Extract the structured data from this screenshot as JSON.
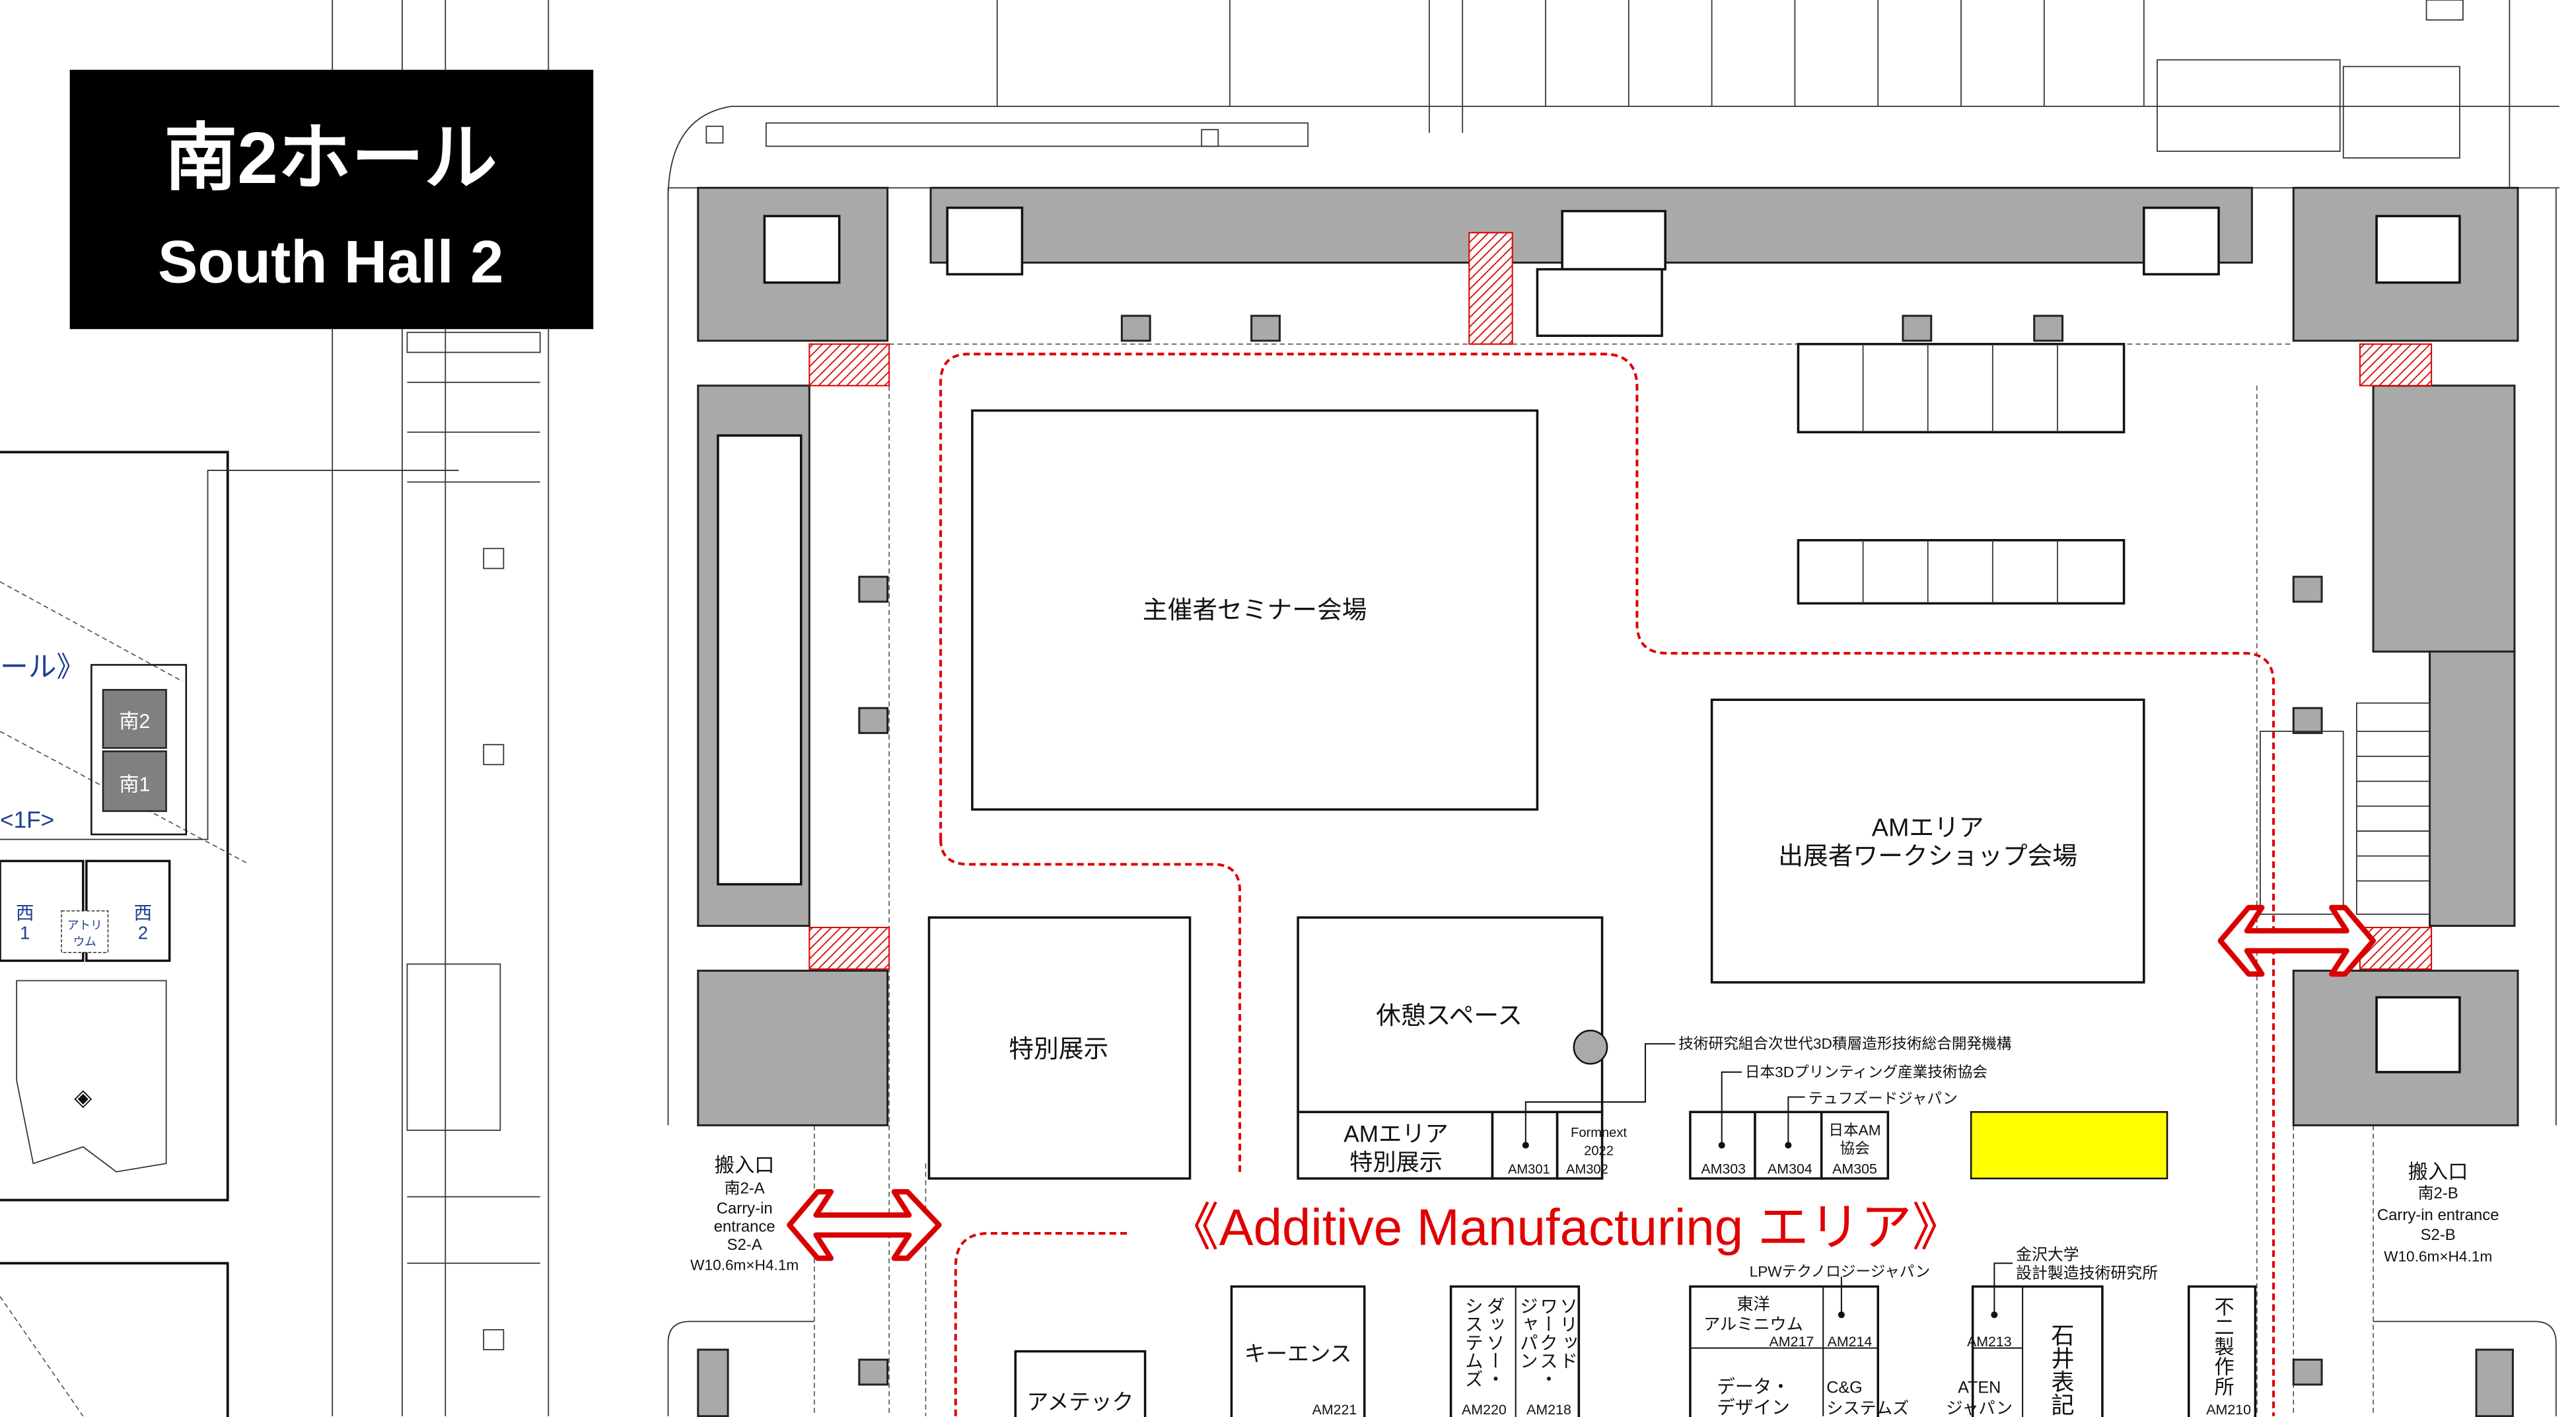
{
  "title_box": {
    "ja": "南2ホール",
    "en": "South Hall 2"
  },
  "minimap": {
    "hall_label_fragment": "ール》",
    "floor_label": "<1F>",
    "south2": "南2",
    "south1": "南1",
    "west1": "西\n1",
    "west1_a": "西",
    "west1_b": "1",
    "west2_a": "西",
    "west2_b": "2",
    "atrium_a": "アトリ",
    "atrium_b": "ウム"
  },
  "rooms": {
    "seminar": "主催者セミナー会場",
    "workshop_line1": "AMエリア",
    "workshop_line2": "出展者ワークショップ会場",
    "special_exhibit": "特別展示",
    "rest_space": "休憩スペース",
    "am_special_line1": "AMエリア",
    "am_special_line2": "特別展示"
  },
  "area_banner": "《Additive Manufacturing エリア》",
  "entrances": {
    "a": {
      "title": "搬入口",
      "code_ja": "南2-A",
      "en_line1": "Carry-in",
      "en_line2": "entrance",
      "code_en": "S2-A",
      "size": "W10.6m×H4.1m"
    },
    "b": {
      "title": "搬入口",
      "code_ja": "南2-B",
      "en": "Carry-in entrance",
      "code_en": "S2-B",
      "size": "W10.6m×H4.1m"
    }
  },
  "booths": [
    {
      "id": "AM301",
      "name": "技術研究組合次世代3D積層造形技術総合開発機構"
    },
    {
      "id": "AM302",
      "name_line1": "Formnext",
      "name_line2": "2022"
    },
    {
      "id": "AM303",
      "name": "日本3Dプリンティング産業技術協会"
    },
    {
      "id": "AM304",
      "name": "テュフズードジャパン"
    },
    {
      "id": "AM305",
      "name_line1": "日本AM",
      "name_line2": "協会"
    },
    {
      "id": "AM221",
      "name": "キーエンス"
    },
    {
      "id": "",
      "name": "アメテック"
    },
    {
      "id": "AM220",
      "name_col1": "ダッソー・",
      "name_col2": "システムズ"
    },
    {
      "id": "AM218",
      "name_col1": "ソリッド",
      "name_col2": "ワークス・",
      "name_col3": "ジャパン"
    },
    {
      "id": "AM217",
      "name_line1": "東洋",
      "name_line2": "アルミニウム"
    },
    {
      "id": "AM214",
      "name": "LPWテクノロジージャパン"
    },
    {
      "id": "AM213",
      "name_line1": "金沢大学",
      "name_line2": "設計製造技術研究所"
    },
    {
      "id": "",
      "name": "石井表記"
    },
    {
      "id": "AM210",
      "name": "不二製作所"
    },
    {
      "id": "",
      "name_line1": "データ・",
      "name_line2": "デザイン"
    },
    {
      "id": "",
      "name_line1": "C&G",
      "name_line2": "システムズ"
    },
    {
      "id": "",
      "name_line1": "ATEN",
      "name_line2": "ジャパン"
    }
  ],
  "colors": {
    "highlight": "#ffff00",
    "area_red": "#e00000",
    "wall_gray": "#a9a9a9",
    "title_bg": "#000000"
  }
}
